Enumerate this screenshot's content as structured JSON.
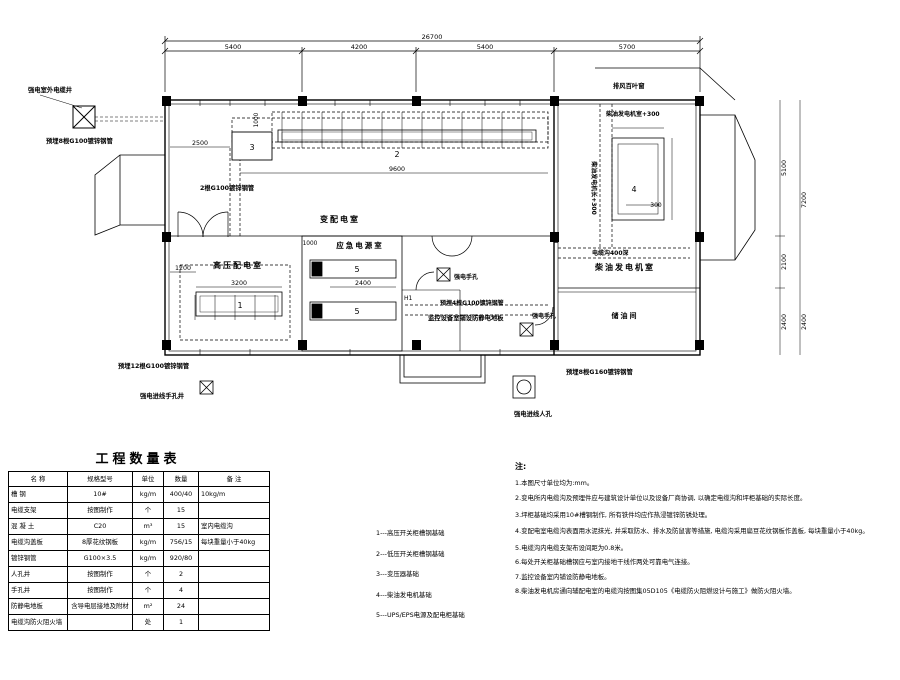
{
  "dimensions": {
    "total": "26700",
    "seg1": "5400",
    "seg2": "4200",
    "seg3": "5400",
    "seg4": "5700",
    "d2500": "2500",
    "d9600": "9600",
    "d1200": "1200",
    "d3200": "3200",
    "d2400": "2400",
    "d1000": "1000",
    "d300": "300",
    "r5100": "5100",
    "r2100": "2100",
    "r2400": "2400",
    "r7200": "7200",
    "r2400b": "2400",
    "d1000b": "1000"
  },
  "rooms": {
    "transformer": "变配电室",
    "hv": "高压配电室",
    "emergency": "应急电源室",
    "generator": "柴油发电机室",
    "oil": "储油间",
    "monitor": "监控设备室铺设防静电地板"
  },
  "annotations": {
    "outdoor_well": "强电室外电缆井",
    "pipe_top": "预埋8根G100镀锌钢管",
    "pipe_mid": "2根G100镀锌钢管",
    "louver": "排风百叶窗",
    "gen_cable": "柴油发电机室+300",
    "gen_len": "柴油发电机长+300",
    "trench": "电缆沟400深",
    "pipe_bottom": "预埋12根G100镀锌钢管",
    "pipe_center": "预埋4根G100镀锌钢管",
    "pipe_right": "预埋8根G160镀锌钢管",
    "hand_hole_label": "强电手孔",
    "hand_well_bottom": "强电进线手孔井",
    "manhole": "强电进线人孔",
    "h1": "H1"
  },
  "equipment": {
    "e1": "1",
    "e2": "2",
    "e3": "3",
    "e4": "4",
    "e5a": "5",
    "e5b": "5"
  },
  "quantity_table": {
    "title": "工程数量表",
    "headers": [
      "名  称",
      "规格型号",
      "单位",
      "数量",
      "备    注"
    ],
    "rows": [
      [
        "槽  钢",
        "10#",
        "kg/m",
        "400/40",
        "10kg/m"
      ],
      [
        "电缆支架",
        "按图制作",
        "个",
        "15",
        ""
      ],
      [
        "混 凝 土",
        "C20",
        "m³",
        "15",
        "室内电缆沟"
      ],
      [
        "电缆沟盖板",
        "8厚花纹钢板",
        "kg/m",
        "756/15",
        "每块重量小于40kg"
      ],
      [
        "镀锌钢管",
        "G100×3.5",
        "kg/m",
        "920/80",
        ""
      ],
      [
        "人孔井",
        "按图制作",
        "个",
        "2",
        ""
      ],
      [
        "手孔井",
        "按图制作",
        "个",
        "4",
        ""
      ],
      [
        "防静电地板",
        "含导电层接地及附材",
        "m²",
        "24",
        ""
      ],
      [
        "电缆沟防火阻火墙",
        "",
        "处",
        "1",
        ""
      ]
    ]
  },
  "legend": [
    "1---高压开关柜槽钢基础",
    "2---低压开关柜槽钢基础",
    "3---变压器基础",
    "4---柴油发电机基础",
    "5---UPS/EPS电源及配电柜基础"
  ],
  "notes": {
    "title": "注:",
    "items": [
      "1.本图尺寸单位均为:mm。",
      "2.变电所内电缆沟及预埋件应与建筑设计单位以及设备厂商协调, 以确定电缆沟和坪柜基础的实际长度。",
      "3.坪柜基础均采用10#槽钢制作, 所有铁件均应作热浸镀锌防锈处理。",
      "4.变配电室电缆沟表面用水泥抹光, 并采取防水、排水及防鼠害等措施, 电缆沟采用扁豆花纹钢板作盖板, 每块重量小于40kg。",
      "5.电缆沟内电缆支架布设间距为0.8米。",
      "6.每处开关柜基础槽钢应与室内接地干线作两处可靠电气连接。",
      "7.监控设备室内铺设防静电地板。",
      "8.柴油发电机房通向辅配电室的电缆沟按图集05D105《电缆防火阻燃设计与施工》做防火阻火墙。"
    ]
  }
}
